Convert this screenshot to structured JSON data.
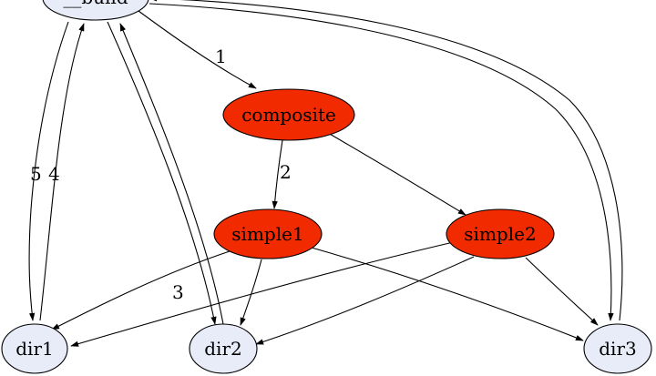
{
  "nodes": {
    "build": {
      "label": "__build",
      "fill": "#e8ecf8"
    },
    "composite": {
      "label": "composite",
      "fill": "#f22a00"
    },
    "simple1": {
      "label": "simple1",
      "fill": "#f22a00"
    },
    "simple2": {
      "label": "simple2",
      "fill": "#f22a00"
    },
    "dir1": {
      "label": "dir1",
      "fill": "#e8ecf8"
    },
    "dir2": {
      "label": "dir2",
      "fill": "#e8ecf8"
    },
    "dir3": {
      "label": "dir3",
      "fill": "#e8ecf8"
    }
  },
  "edge_labels": {
    "build_composite": "1",
    "composite_simple1": "2",
    "simple1_dir1": "3",
    "dir1_build": "4",
    "build_dir1": "5"
  },
  "colors": {
    "stroke": "#000000",
    "highlight_fill": "#f22a00",
    "default_fill": "#e8ecf8"
  }
}
